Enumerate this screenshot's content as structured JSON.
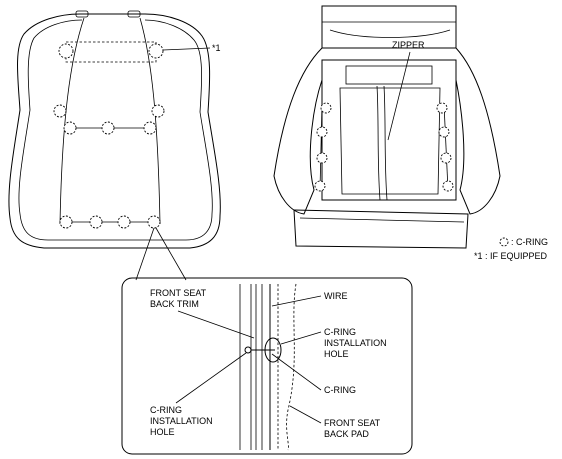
{
  "labels": {
    "if_equipped_ref": "*1",
    "zipper": "ZIPPER",
    "legend_cring": ": C-RING",
    "legend_if_equipped": "*1 : IF EQUIPPED",
    "front_seat_back_trim_1": "FRONT SEAT",
    "front_seat_back_trim_2": "BACK TRIM",
    "wire": "WIRE",
    "cring_hole_right_1": "C-RING",
    "cring_hole_right_2": "INSTALLATION",
    "cring_hole_right_3": "HOLE",
    "cring": "C-RING",
    "cring_hole_left_1": "C-RING",
    "cring_hole_left_2": "INSTALLATION",
    "cring_hole_left_3": "HOLE",
    "front_seat_back_pad_1": "FRONT SEAT",
    "front_seat_back_pad_2": "BACK PAD"
  }
}
